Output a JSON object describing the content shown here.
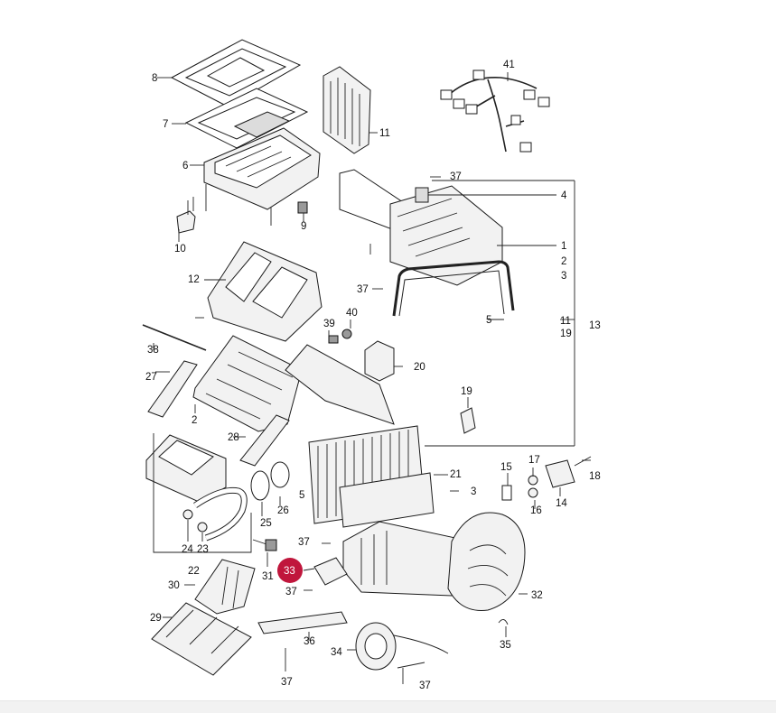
{
  "diagram": {
    "highlight_color": "#c0163c",
    "highlighted_callout": "33",
    "callouts": [
      "8",
      "7",
      "6",
      "10",
      "9",
      "11",
      "41",
      "37",
      "4",
      "1",
      "2",
      "3",
      "12",
      "37",
      "39",
      "40",
      "5",
      "11",
      "19",
      "13",
      "38",
      "27",
      "20",
      "2",
      "19",
      "28",
      "21",
      "15",
      "17",
      "18",
      "3",
      "5",
      "16",
      "14",
      "26",
      "25",
      "37",
      "24",
      "23",
      "31",
      "33",
      "32",
      "22",
      "37",
      "30",
      "29",
      "36",
      "35",
      "34",
      "37",
      "37"
    ]
  }
}
